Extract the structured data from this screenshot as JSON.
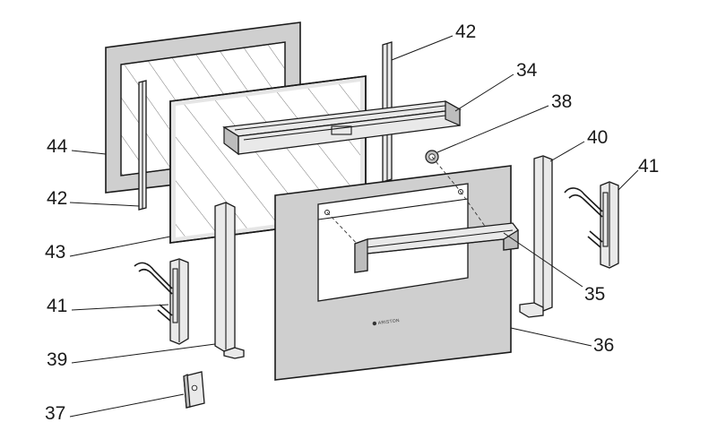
{
  "diagram": {
    "labels": {
      "l42a": "42",
      "l34": "34",
      "l38": "38",
      "l40": "40",
      "l41a": "41",
      "l44": "44",
      "l42b": "42",
      "l43": "43",
      "l41b": "41",
      "l35": "35",
      "l39": "39",
      "l36": "36",
      "l37": "37"
    },
    "brand": "ARISTON",
    "parts": {
      "p44": "outer-glass-frame",
      "p43": "middle-glass-panel",
      "p42": "door-side-strip",
      "p34": "top-door-cap",
      "p38": "fixing-screw",
      "p40": "door-side-profile",
      "p41": "door-hinge",
      "p35": "door-handle",
      "p39": "door-side-profile",
      "p36": "outer-door-panel",
      "p37": "hinge-clip"
    },
    "colors": {
      "line": "#1a1a1a",
      "panel": "#cfcfcf",
      "background": "#ffffff"
    }
  }
}
